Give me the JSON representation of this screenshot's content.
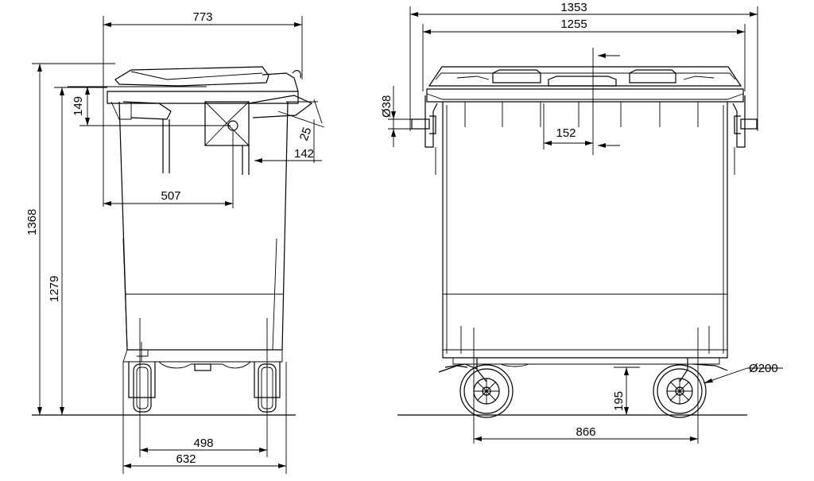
{
  "dimensions": {
    "side_top_width": "773",
    "side_lid_offset": "149",
    "side_handle_diameter": "25",
    "side_handle_offset": "142",
    "side_pivot_distance": "507",
    "side_total_height": "1368",
    "side_body_height": "1279",
    "side_wheel_track": "498",
    "side_base_width": "632",
    "front_total_width": "1353",
    "front_body_width": "1255",
    "front_trunnion_diameter": "Ø38",
    "front_lid_gap": "152",
    "front_wheel_diameter": "Ø200",
    "front_wheel_height": "195",
    "front_wheel_base": "866"
  }
}
